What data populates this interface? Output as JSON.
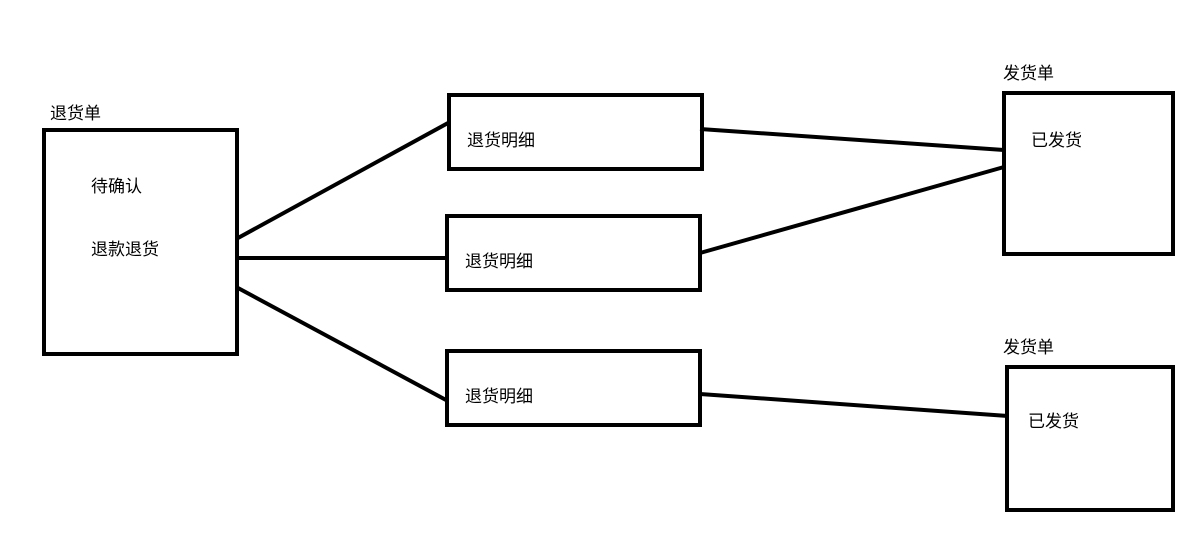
{
  "return_order": {
    "title": "退货单",
    "status_pending": "待确认",
    "refund_return": "退款退货"
  },
  "return_details": [
    {
      "label": "退货明细"
    },
    {
      "label": "退货明细"
    },
    {
      "label": "退货明细"
    }
  ],
  "shipping_orders": [
    {
      "title": "发货单",
      "status": "已发货"
    },
    {
      "title": "发货单",
      "status": "已发货"
    }
  ],
  "colors": {
    "stroke": "#000000",
    "background": "#ffffff"
  }
}
